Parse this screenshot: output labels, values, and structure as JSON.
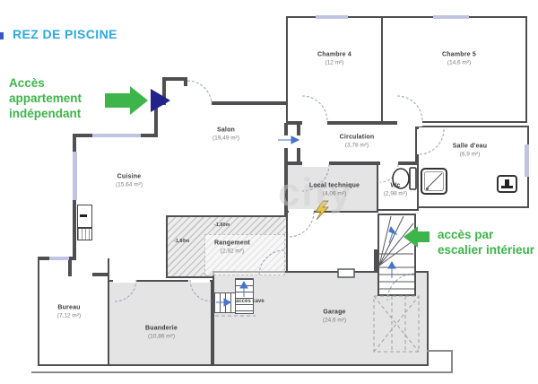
{
  "title": "REZ DE PISCINE",
  "watermark": "city",
  "annotations": {
    "left_access": [
      "Accès",
      "appartement",
      "indépendant"
    ],
    "right_access": [
      "accès  par",
      "escalier intérieur"
    ],
    "cave_access": "accès cave",
    "depth_mark_1": "-1,80m",
    "depth_mark_2": "-1,80m"
  },
  "rooms": {
    "chambre4": {
      "name": "Chambre 4",
      "area": "(12 m²)"
    },
    "chambre5": {
      "name": "Chambre 5",
      "area": "(14,6 m²)"
    },
    "salon": {
      "name": "Salon",
      "area": "(19,49 m²)"
    },
    "circulation": {
      "name": "Circulation",
      "area": "(3,78 m²)"
    },
    "salle_deau": {
      "name": "Salle d'eau",
      "area": "(6,9 m²)"
    },
    "cuisine": {
      "name": "Cuisine",
      "area": "(15,64 m²)"
    },
    "local_technique": {
      "name": "Local technique",
      "area": "(4,06 m²)"
    },
    "wc": {
      "name": "Wc",
      "area": "(2,98 m²)"
    },
    "rangement": {
      "name": "Rangement",
      "area": "(2,92 m²)"
    },
    "bureau": {
      "name": "Bureau",
      "area": "(7,12 m²)"
    },
    "buanderie": {
      "name": "Buanderie",
      "area": "(10,86 m²)"
    },
    "garage": {
      "name": "Garage",
      "area": "(24,6 m²)"
    }
  },
  "colors": {
    "title_blue": "#2BA9E0",
    "accent_green": "#3DB54A",
    "navy_triangle": "#22228C",
    "wall": "#4f4f52",
    "room_fill": "#e4e4e4",
    "window": "#c0c4e2"
  }
}
